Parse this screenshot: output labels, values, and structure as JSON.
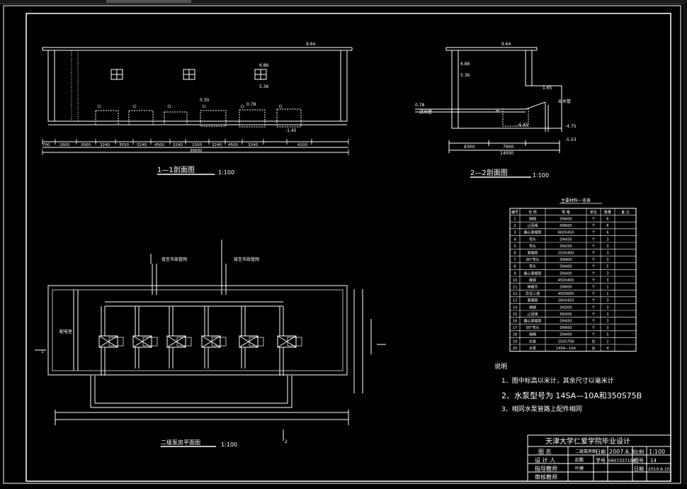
{
  "section11": {
    "title": "1—1剖面图",
    "scale": "1:100",
    "roof_level": "9.64",
    "window_level": "6.86",
    "window_sill": "5.36",
    "pipe_level_a": "0.30",
    "pipe_level_b": "0.78",
    "floor_level": "-1.45",
    "dims": [
      "700",
      "2600",
      "3000",
      "3240",
      "3550",
      "3240",
      "4500",
      "3240",
      "1500",
      "3240",
      "4500",
      "3240",
      "4100"
    ],
    "total_dim": "36600"
  },
  "section22": {
    "title": "2—2剖面图",
    "scale": "1:100",
    "roof_level": "9.64",
    "level_a": "6.86",
    "level_b": "5.36",
    "level_c": "1.65",
    "level_d": "0.78",
    "level_e": "-4.45",
    "level_f": "-4.75",
    "level_g": "-5.53",
    "inlet_label": "进水管",
    "outlet_label": "出水管",
    "dims": [
      "6300",
      "7900"
    ],
    "total_dim": "14000"
  },
  "plan": {
    "title": "二级泵房平面图",
    "scale": "1:100",
    "room_label": "配电室",
    "pipe_label_left": "接至市政管网",
    "pipe_label_right": "接至市政管网",
    "section_mark_1": "1",
    "section_mark_2": "2"
  },
  "equipment_table": {
    "title": "主要材料一览表",
    "headers": [
      "编号",
      "名 称",
      "规 格",
      "单位",
      "数量",
      "备 注"
    ],
    "rows": [
      [
        "1",
        "闸阀",
        "DN600",
        "个",
        "6",
        ""
      ],
      [
        "2",
        "止回阀",
        "DN600",
        "个",
        "6",
        ""
      ],
      [
        "3",
        "偏心渐缩管",
        "600X450",
        "个",
        "6",
        ""
      ],
      [
        "4",
        "弯头",
        "DN450",
        "个",
        "3",
        ""
      ],
      [
        "5",
        "弯头",
        "DN250",
        "个",
        "3",
        ""
      ],
      [
        "6",
        "渐缩管",
        "250X400",
        "个",
        "3",
        ""
      ],
      [
        "7",
        "90°弯头",
        "DN400",
        "个",
        "3",
        ""
      ],
      [
        "8",
        "弯头",
        "DN400",
        "个",
        "5",
        ""
      ],
      [
        "9",
        "偏心渐缩管",
        "DN400",
        "个",
        "3",
        ""
      ],
      [
        "10",
        "蝶阀",
        "450X400",
        "个",
        "3",
        ""
      ],
      [
        "11",
        "伸缩节",
        "DN600",
        "个",
        "1",
        ""
      ],
      [
        "12",
        "异径三通",
        "450X600",
        "个",
        "1",
        ""
      ],
      [
        "13",
        "渐缩管",
        "300X450",
        "个",
        "3",
        ""
      ],
      [
        "14",
        "闸阀",
        "DN300",
        "个",
        "3",
        ""
      ],
      [
        "15",
        "止回阀",
        "DN300",
        "个",
        "3",
        ""
      ],
      [
        "16",
        "偏心渐缩管",
        "DN450",
        "个",
        "3",
        ""
      ],
      [
        "17",
        "90°弯头",
        "DN450",
        "个",
        "3",
        ""
      ],
      [
        "18",
        "闸阀",
        "DN400",
        "个",
        "5",
        ""
      ],
      [
        "19",
        "水泵",
        "250S75B",
        "台",
        "2",
        ""
      ],
      [
        "20",
        "水泵",
        "14SA—10A",
        "台",
        "4",
        ""
      ]
    ]
  },
  "notes": {
    "heading": "说明",
    "items": [
      "1、图中标高以米计，其余尺寸以毫米计",
      "2、水泵型号为 14SA—10A和350S75B",
      "3、相同水泵管路上配件相同"
    ]
  },
  "title_block": {
    "school": "天津大学仁爱学院毕业设计",
    "drawing_label": "图  名",
    "drawing_name": "二级泵房图",
    "designer_label": "设 计 人",
    "designer": "赵鹏",
    "advisor_label": "指导教师",
    "advisor": "叶健",
    "reviewer_label": "审核教师",
    "date_label": "日期",
    "date": "2007.6.3",
    "scale_label": "比例",
    "scale": "1:100",
    "student_no_label": "学号",
    "student_no": "0607337158",
    "sheet_label": "图号",
    "sheet": "14",
    "sheet_no_label": "日期",
    "sheet_no": "2010.6.10"
  }
}
